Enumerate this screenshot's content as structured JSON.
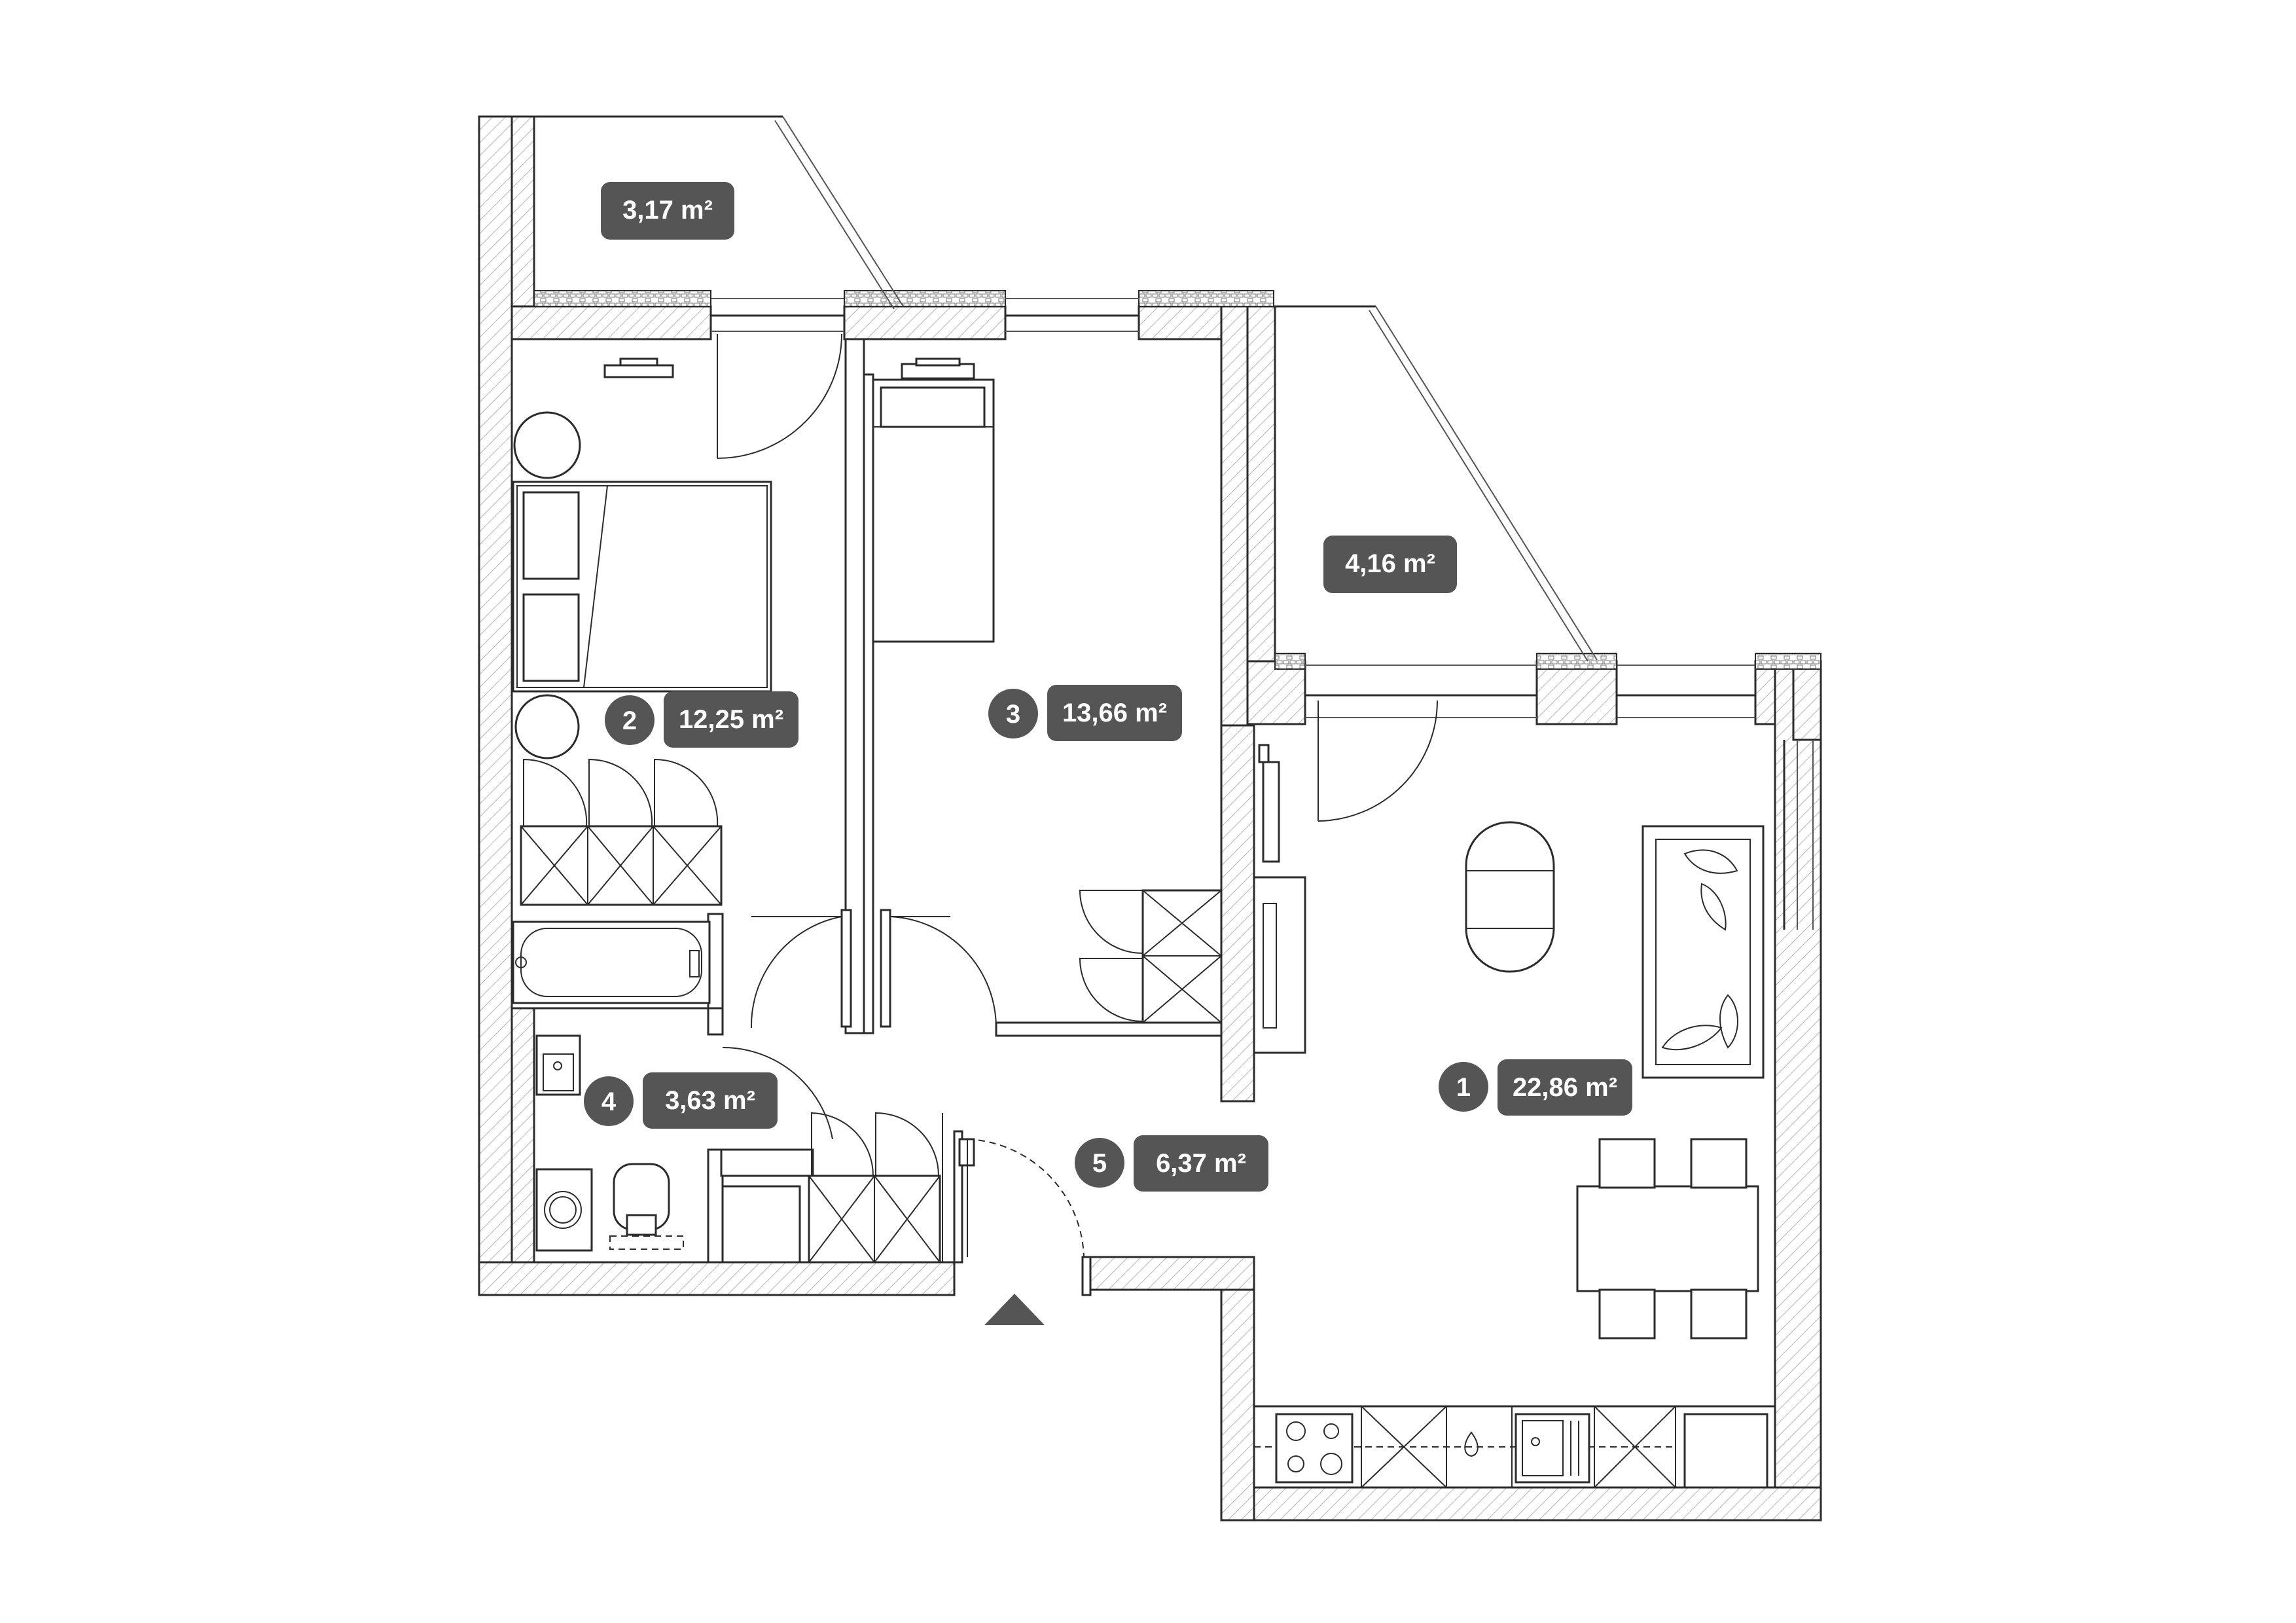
{
  "rooms": [
    {
      "number": "1",
      "area": "22,86 m²"
    },
    {
      "number": "2",
      "area": "12,25 m²"
    },
    {
      "number": "3",
      "area": "13,66 m²"
    },
    {
      "number": "4",
      "area": "3,63 m²"
    },
    {
      "number": "5",
      "area": "6,37 m²"
    }
  ],
  "balconies": [
    {
      "area": "3,17 m²"
    },
    {
      "area": "4,16 m²"
    }
  ],
  "colors": {
    "badge": "#555555",
    "line": "#2b2b2b",
    "background": "#ffffff"
  },
  "icons": [
    "entrance-arrow-icon",
    "double-bed-icon",
    "single-bed-icon",
    "bathtub-icon",
    "washing-machine-icon",
    "toilet-icon",
    "sink-icon",
    "stove-icon",
    "kitchen-sink-icon",
    "sofa-icon",
    "dining-table-icon",
    "coffee-table-icon"
  ]
}
